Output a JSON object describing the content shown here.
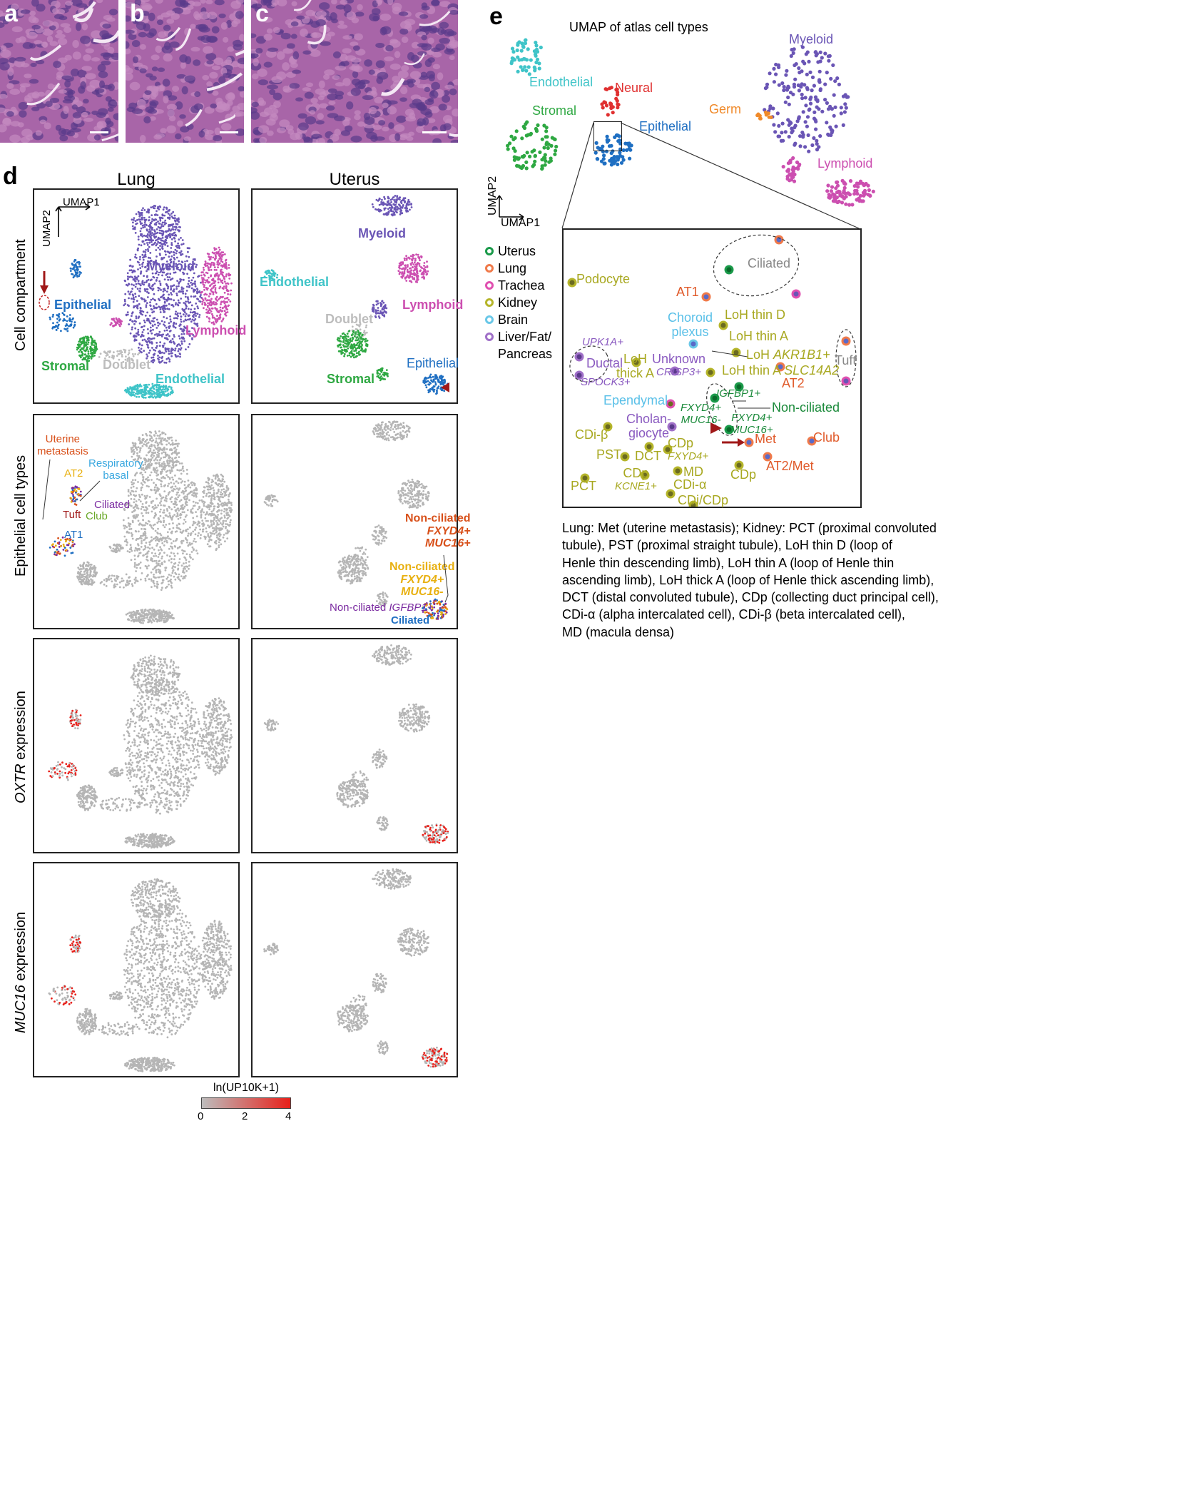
{
  "panels": {
    "a": "a",
    "b": "b",
    "c": "c",
    "d": "d",
    "e": "e"
  },
  "colors": {
    "myeloid": "#6a55b5",
    "lymphoid": "#cc4fb0",
    "epithelial": "#1f6fc2",
    "stromal": "#2ea842",
    "endothelial": "#3fc4c8",
    "doublet": "#bdbdbd",
    "neural": "#e03030",
    "germ": "#f08a2a",
    "gray": "#b5b5b5",
    "he_bg": "#b060a8"
  },
  "panel_d": {
    "columns": [
      "Lung",
      "Uterus"
    ],
    "rows": [
      "Cell compartment",
      "Epithelial cell types",
      "OXTR expression",
      "MUC16 expression"
    ],
    "row_gene_italic": [
      "",
      "",
      "OXTR",
      "MUC16"
    ],
    "row_suffix": [
      "",
      "",
      " expression",
      " expression"
    ],
    "axis": {
      "x": "UMAP1",
      "y": "UMAP2"
    },
    "lung_compartment": {
      "myeloid": "Myeloid",
      "epithelial": "Epithelial",
      "lymphoid": "Lymphoid",
      "stromal": "Stromal",
      "doublet": "Doublet",
      "endothelial": "Endothelial"
    },
    "uterus_compartment": {
      "myeloid": "Myeloid",
      "endothelial": "Endothelial",
      "lymphoid": "Lymphoid",
      "doublet": "Doublet",
      "stromal": "Stromal",
      "epithelial": "Epithelial"
    },
    "lung_epithelial": {
      "uterine_metastasis_1": "Uterine",
      "uterine_metastasis_2": "metastasis",
      "resp_basal_1": "Respiratory",
      "resp_basal_2": "basal",
      "at2": "AT2",
      "ciliated": "Ciliated",
      "tuft": "Tuft",
      "club": "Club",
      "at1": "AT1"
    },
    "uterus_epithelial": {
      "nc_muc16_1": "Non-ciliated",
      "nc_muc16_2": "FXYD4+",
      "nc_muc16_3": "MUC16+",
      "nc_muc16neg_1": "Non-ciliated",
      "nc_muc16neg_2": "FXYD4+",
      "nc_muc16neg_3": "MUC16-",
      "nc_igfbp1_a": "Non-ciliated ",
      "nc_igfbp1_b": "IGFBP1+",
      "ciliated": "Ciliated"
    },
    "colorbar": {
      "title": "ln(UP10K+1)",
      "ticks": [
        "0",
        "2",
        "4"
      ],
      "low_color": "#bdbdbd",
      "high_color": "#e8201a"
    }
  },
  "panel_e": {
    "title": "UMAP of atlas cell types",
    "axis": {
      "x": "UMAP1",
      "y": "UMAP2"
    },
    "clusters": {
      "endothelial": "Endothelial",
      "neural": "Neural",
      "stromal": "Stromal",
      "epithelial": "Epithelial",
      "myeloid": "Myeloid",
      "germ": "Germ",
      "lymphoid": "Lymphoid"
    },
    "legend": [
      {
        "label": "Uterus",
        "color": "#1a9a4a"
      },
      {
        "label": "Lung",
        "color": "#f07a4a"
      },
      {
        "label": "Trachea",
        "color": "#e050b0"
      },
      {
        "label": "Kidney",
        "color": "#b5b52a"
      },
      {
        "label": "Brain",
        "color": "#6ac8e8"
      },
      {
        "label": "Liver/Fat/",
        "color": "#a070c8"
      },
      {
        "label": "Pancreas",
        "color": ""
      }
    ],
    "zoom_labels": {
      "ciliated": "Ciliated",
      "podocyte": "Podocyte",
      "at1": "AT1",
      "choroid_1": "Choroid",
      "choroid_2": "plexus",
      "loh_thin_d": "LoH thin D",
      "loh_thin_a": "LoH thin A",
      "upk1a": "UPK1A+",
      "ductal": "Ductal",
      "spock3": "SPOCK3+",
      "loh_thick_1": "LoH",
      "loh_thick_2": "thick A",
      "unknown": "Unknown",
      "crisp3": "CRISP3+",
      "loh_akr_a": "LoH ",
      "loh_akr_b": "AKR1B1+",
      "loh_slc_a": "LoH thin A ",
      "loh_slc_b": "SLC14A2",
      "tuft": "Tuft",
      "at2": "AT2",
      "igfbp1": "IGFBP1+",
      "ependymal": "Ependymal",
      "fxyd4_a": "FXYD4+",
      "muc16neg": "MUC16-",
      "non_ciliated": "Non-ciliated",
      "fxyd4_b": "FXYD4+",
      "muc16pos": "MUC16+",
      "cholan_1": "Cholan-",
      "cholan_2": "giocyte",
      "cdi_beta": "CDi-β",
      "cdp": "CDp",
      "fxyd4_c": "FXYD4+",
      "met": "Met",
      "club": "Club",
      "pst": "PST",
      "dct": "DCT",
      "at2met": "AT2/Met",
      "md": "MD",
      "cdp2": "CDp",
      "pct": "PCT",
      "cdp3": "CDp",
      "kcne1": "KCNE1+",
      "cdi_alpha": "CDi-α",
      "cdi_cdp": "CDi/CDp"
    },
    "caption": [
      "Lung: Met (uterine metastasis);  Kidney: PCT (proximal convoluted",
      "tubule), PST (proximal straight tubule), LoH thin D (loop of",
      "Henle thin descending limb), LoH thin A (loop of Henle thin",
      "ascending limb), LoH thick A (loop of Henle thick ascending limb),",
      "DCT (distal convoluted tubule), CDp (collecting duct principal cell),",
      "CDi-α (alpha intercalated cell), CDi-β (beta intercalated cell),",
      "MD (macula densa)"
    ]
  }
}
